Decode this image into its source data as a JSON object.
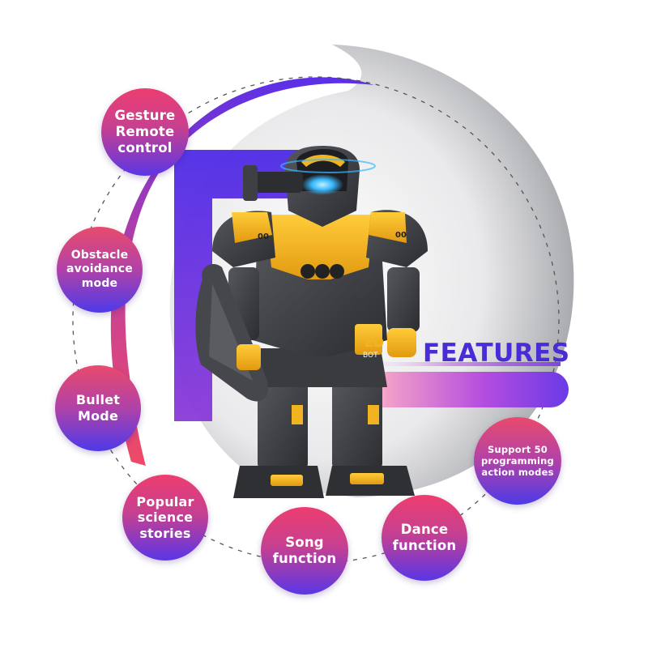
{
  "heading": {
    "text": "FEATURES"
  },
  "features": [
    {
      "lines": [
        "Gesture",
        "Remote",
        "control"
      ]
    },
    {
      "lines": [
        "Obstacle",
        "avoidance",
        "mode"
      ]
    },
    {
      "lines": [
        "Bullet",
        "Mode"
      ]
    },
    {
      "lines": [
        "Popular",
        "science",
        "stories"
      ]
    },
    {
      "lines": [
        "Song",
        "function"
      ]
    },
    {
      "lines": [
        "Dance",
        "function"
      ]
    },
    {
      "lines": [
        "Support 50",
        "programming",
        "action modes"
      ]
    }
  ],
  "robot": {
    "chest_text": "ED",
    "chest_subtext": "BOT",
    "shoulder_text": "00"
  },
  "colors": {
    "accent_purple": "#4b2bd6",
    "accent_pink": "#ee3d70",
    "robot_yellow": "#f2b320",
    "robot_gray": "#3a3b3f",
    "robot_eye_blue": "#39b8ff"
  }
}
